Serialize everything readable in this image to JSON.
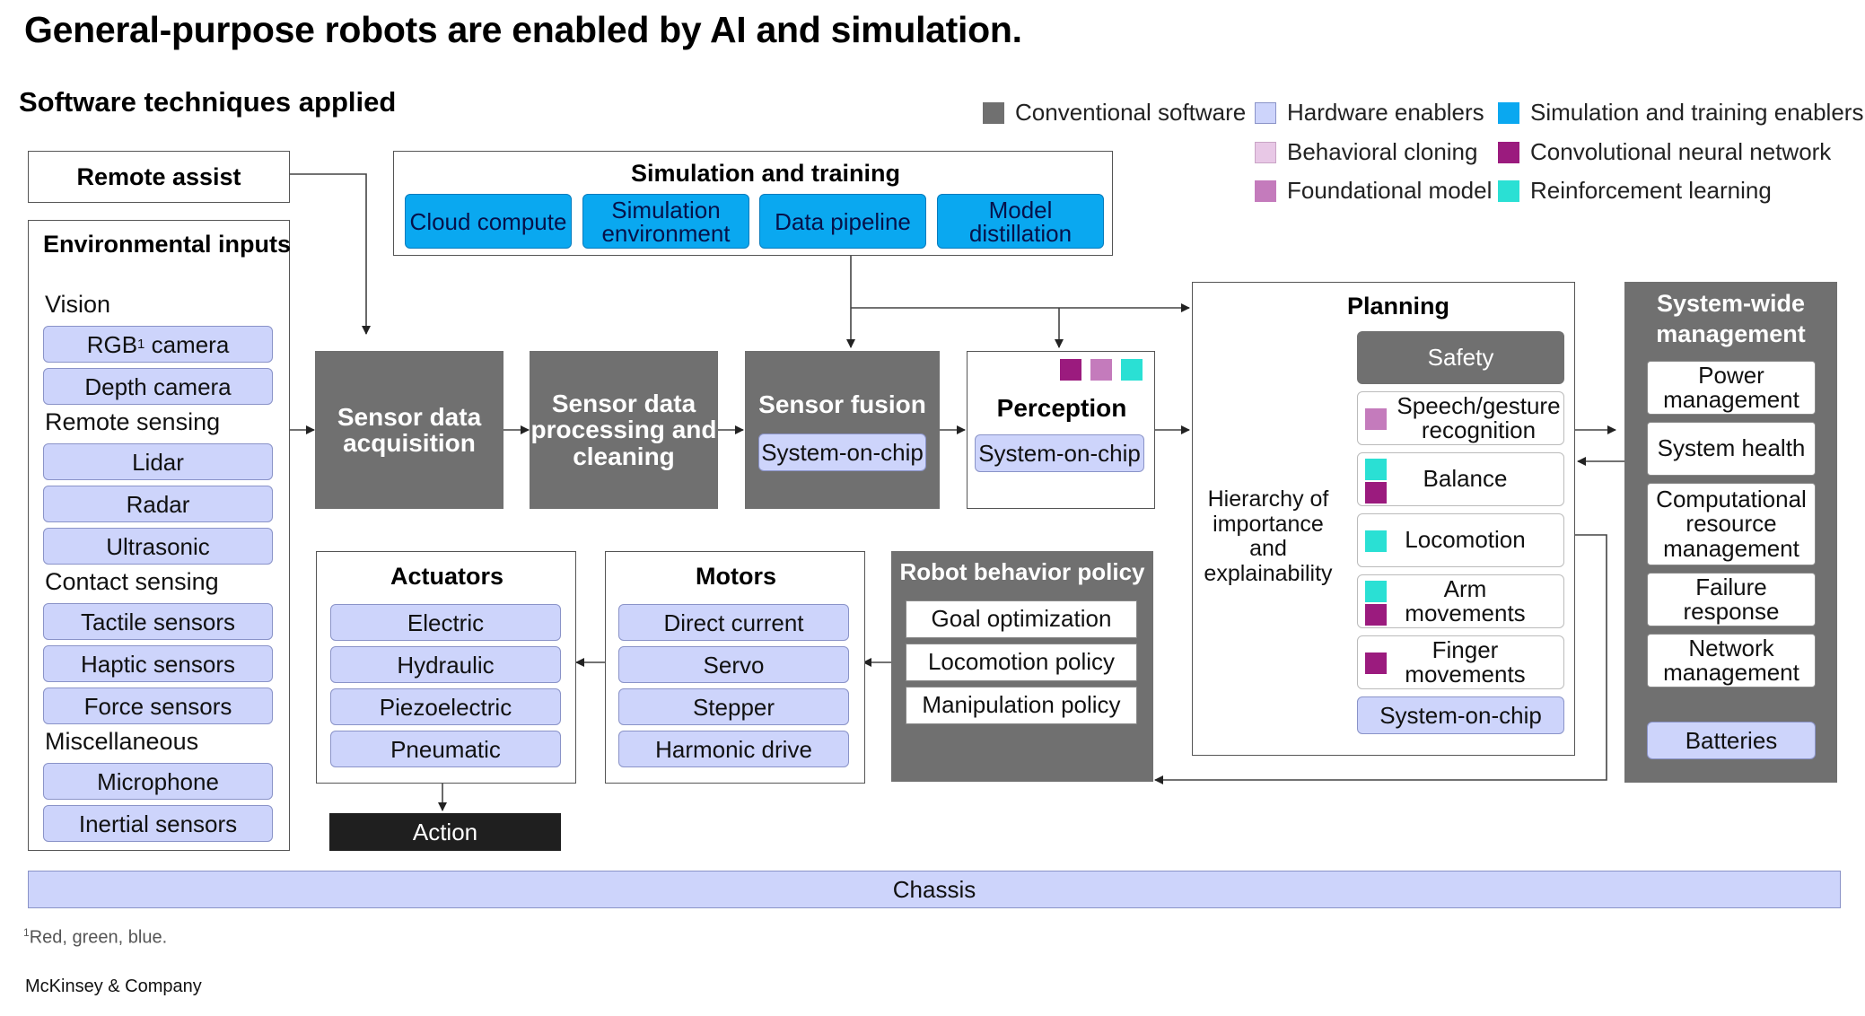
{
  "title": "General-purpose robots are enabled by AI and simulation.",
  "subtitle": "Software techniques applied",
  "legend": {
    "items": [
      {
        "label": "Conventional software",
        "color": "#707070"
      },
      {
        "label": "Hardware enablers",
        "color": "#cdd4fb"
      },
      {
        "label": "Simulation and training enablers",
        "color": "#0aa8f0"
      },
      {
        "label": "Behavioral cloning",
        "color": "#e8c8e6"
      },
      {
        "label": "Convolutional neural network",
        "color": "#9b1b7e"
      },
      {
        "label": "Foundational model",
        "color": "#c47bbc"
      },
      {
        "label": "Reinforcement learning",
        "color": "#2ae0d4"
      }
    ]
  },
  "remote_assist": "Remote assist",
  "environmental_inputs": {
    "header": "Environmental inputs",
    "groups": [
      {
        "label": "Vision",
        "items": [
          "RGB",
          "Depth camera"
        ]
      },
      {
        "label": "Remote sensing",
        "items": [
          "Lidar",
          "Radar",
          "Ultrasonic"
        ]
      },
      {
        "label": "Contact sensing",
        "items": [
          "Tactile sensors",
          "Haptic sensors",
          "Force sensors"
        ]
      },
      {
        "label": "Miscellaneous",
        "items": [
          "Microphone",
          "Inertial sensors"
        ]
      }
    ],
    "rgb_sup": "1",
    "rgb_suffix": " camera"
  },
  "simulation_training": {
    "header": "Simulation and training",
    "items": [
      "Cloud compute",
      "Simulation environment",
      "Data pipeline",
      "Model distillation"
    ]
  },
  "pipeline": {
    "sensor_acq": "Sensor data acquisition",
    "sensor_proc": "Sensor data processing and cleaning",
    "sensor_fusion": "Sensor fusion",
    "sensor_fusion_chip": "System-on-chip",
    "perception": "Perception",
    "perception_chip": "System-on-chip"
  },
  "planning": {
    "header": "Planning",
    "hierarchy": "Hierarchy of importance and explainability",
    "safety": "Safety",
    "items": [
      "Speech/gesture recognition",
      "Balance",
      "Locomotion",
      "Arm movements",
      "Finger movements"
    ],
    "chip": "System-on-chip"
  },
  "system_wide": {
    "header": "System-wide management",
    "items": [
      "Power management",
      "System health",
      "Computational resource management",
      "Failure response",
      "Network management"
    ],
    "batteries": "Batteries"
  },
  "robot_behavior": {
    "header": "Robot behavior policy",
    "items": [
      "Goal optimization",
      "Locomotion policy",
      "Manipulation policy"
    ]
  },
  "motors": {
    "header": "Motors",
    "items": [
      "Direct current",
      "Servo",
      "Stepper",
      "Harmonic drive"
    ]
  },
  "actuators": {
    "header": "Actuators",
    "items": [
      "Electric",
      "Hydraulic",
      "Piezoelectric",
      "Pneumatic"
    ]
  },
  "action": "Action",
  "chassis": "Chassis",
  "footnote_mark": "1",
  "footnote": "Red, green, blue.",
  "source": "McKinsey & Company"
}
